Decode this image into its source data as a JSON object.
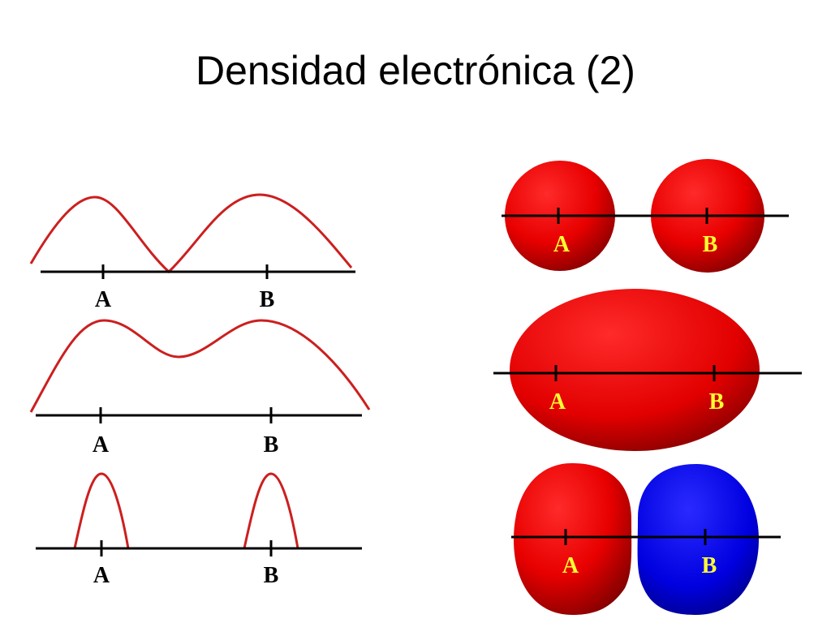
{
  "slide": {
    "title": "Densidad electrónica (2)"
  },
  "labels": {
    "a": "A",
    "b": "B"
  },
  "colors": {
    "curve": "#cc1f1f",
    "axis": "#000000",
    "label_left": "#000000",
    "label_right": "#ffff33",
    "orbital_red": "#ff0000",
    "orbital_blue": "#0000ff"
  },
  "panels": [
    {
      "kind": "separated-atoms",
      "nuclei": [
        "A",
        "B"
      ]
    },
    {
      "kind": "bonding-density",
      "nuclei": [
        "A",
        "B"
      ]
    },
    {
      "kind": "antibonding-density",
      "nuclei": [
        "A",
        "B"
      ],
      "phases": [
        "positive",
        "negative"
      ]
    }
  ]
}
